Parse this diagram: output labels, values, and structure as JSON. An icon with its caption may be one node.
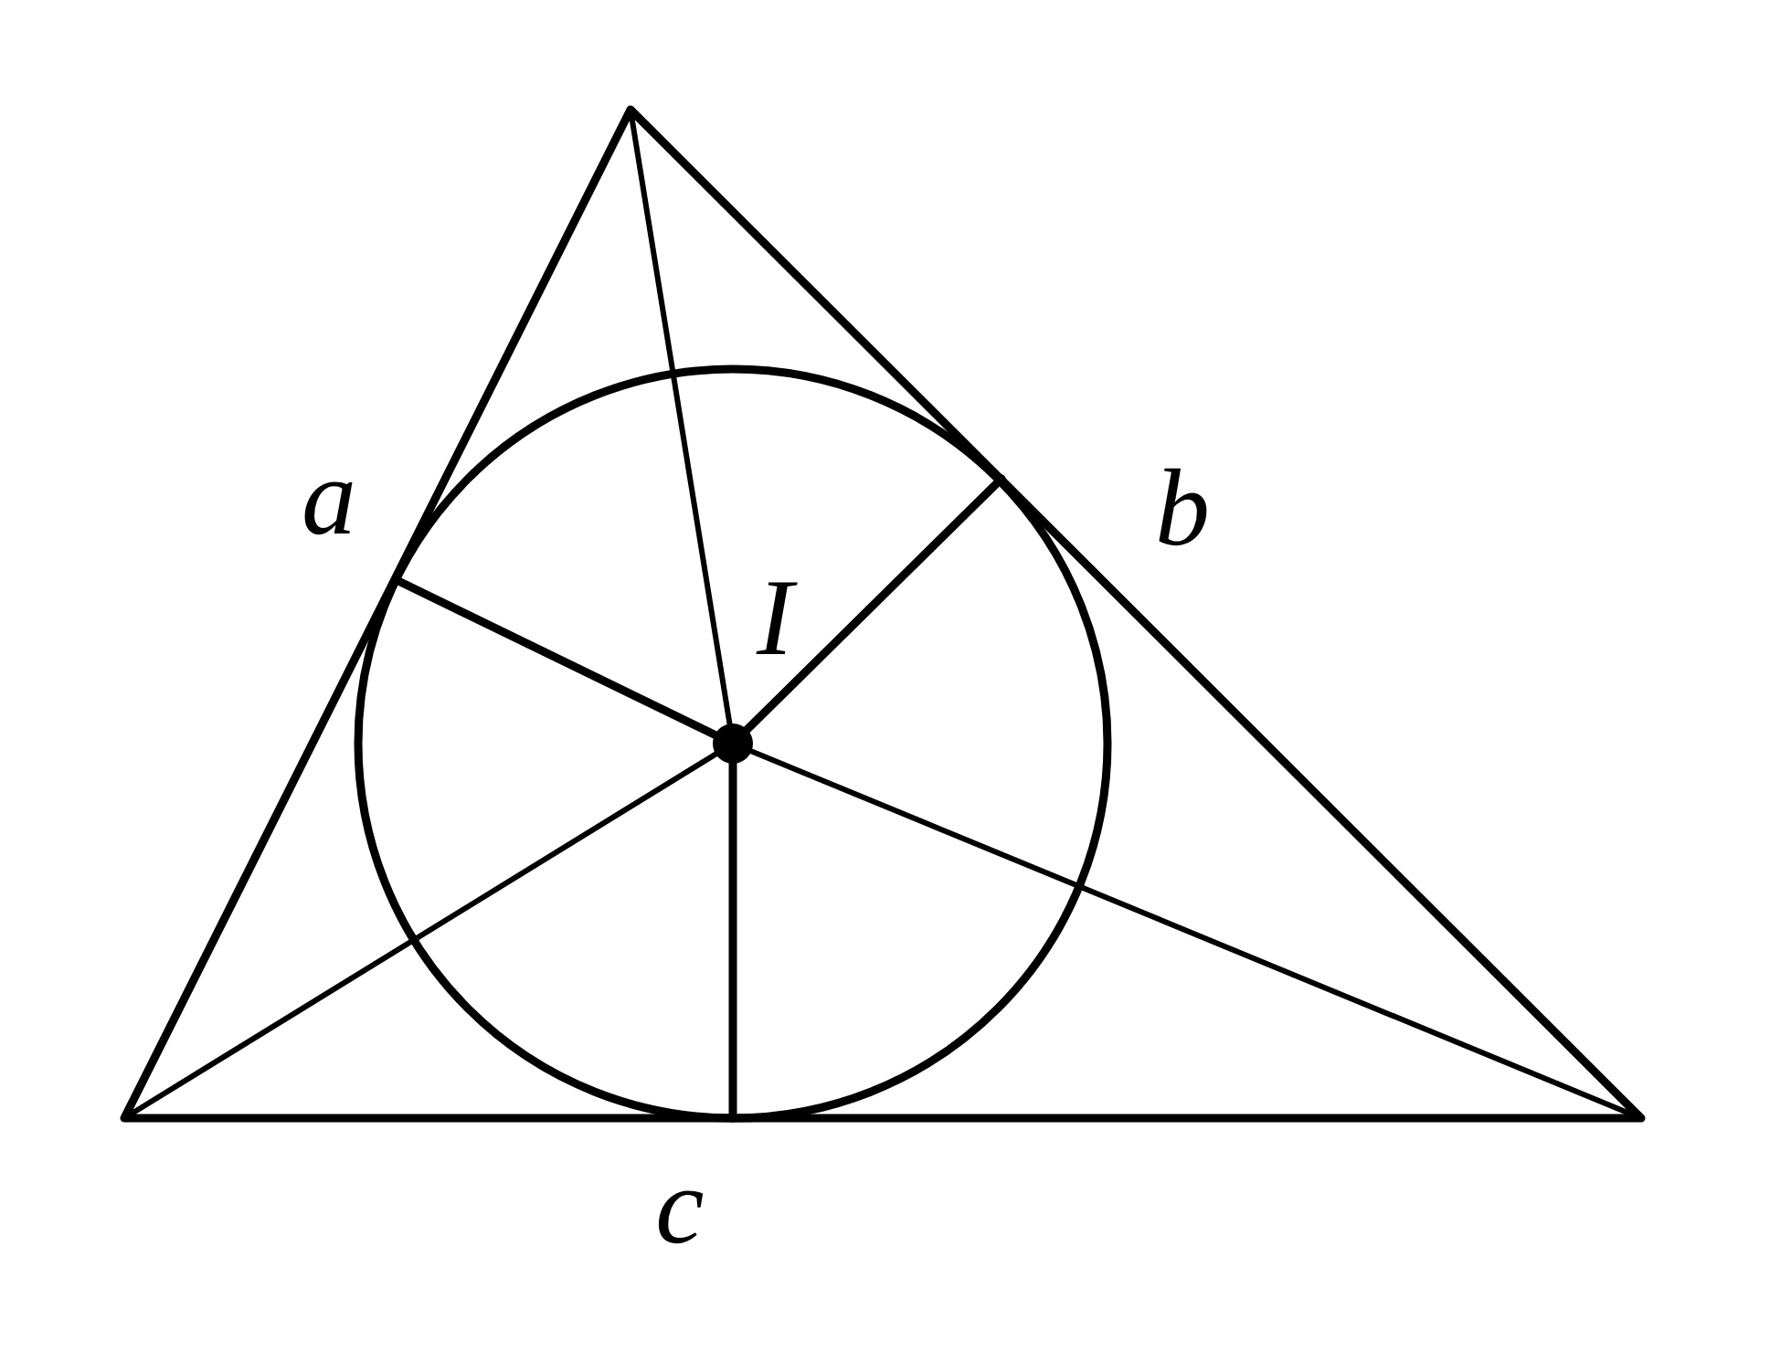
{
  "diagram": {
    "labels": [
      "a",
      "b",
      "I",
      "c"
    ]
  }
}
